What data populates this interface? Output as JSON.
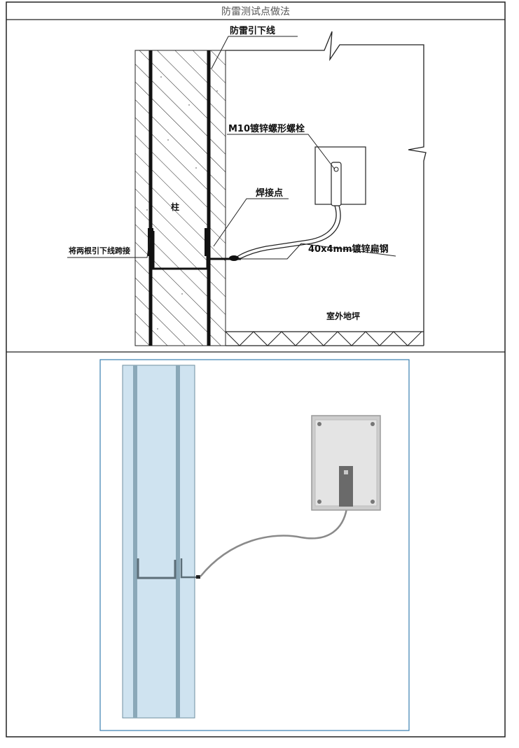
{
  "title": "防雷测试点做法",
  "drawing": {
    "labels": {
      "down_conductor": "防雷引下线",
      "bolt": "M10镀锌螺形螺栓",
      "weld_point": "焊接点",
      "column": "柱",
      "steel_bar": "40x4mm镀锌扁钢",
      "rebar_joint": "将两根引下线跨接",
      "outdoor_ground": "室外地坪"
    }
  },
  "colors": {
    "frame": "#222222",
    "column_fill": "#cfe3f0",
    "column_stripe": "#8aa8b8",
    "box_fill": "#e4e4e4",
    "render_border": "#3a7fb0"
  }
}
